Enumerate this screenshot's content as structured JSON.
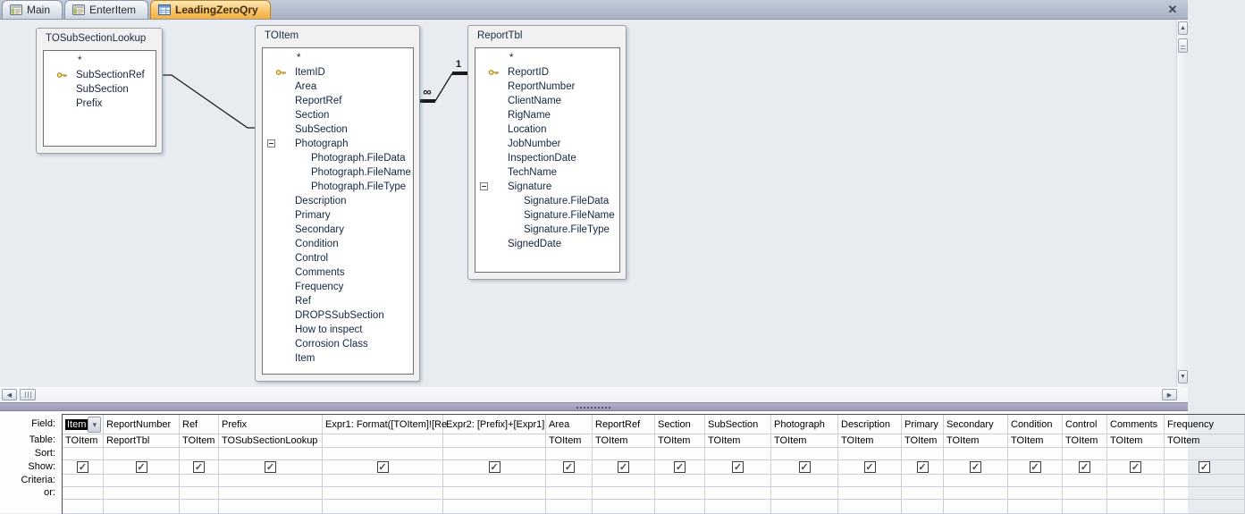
{
  "window": {
    "close_icon": "✕"
  },
  "icons": {
    "up": "▲",
    "down": "▼",
    "left": "◀",
    "right": "▶",
    "combo": "▾",
    "check": "✓"
  },
  "tabs": [
    {
      "label": "Main",
      "icon": "form",
      "active": false
    },
    {
      "label": "EnterItem",
      "icon": "form",
      "active": false
    },
    {
      "label": "LeadingZeroQry",
      "icon": "query",
      "active": true
    }
  ],
  "diagram": {
    "tables": [
      {
        "name": "TOSubSectionLookup",
        "fields": [
          {
            "name": "*",
            "star": true
          },
          {
            "name": "SubSectionRef",
            "key": true
          },
          {
            "name": "SubSection"
          },
          {
            "name": "Prefix"
          }
        ]
      },
      {
        "name": "TOItem",
        "fields": [
          {
            "name": "*",
            "star": true
          },
          {
            "name": "ItemID",
            "key": true
          },
          {
            "name": "Area"
          },
          {
            "name": "ReportRef"
          },
          {
            "name": "Section"
          },
          {
            "name": "SubSection"
          },
          {
            "name": "Photograph",
            "expand": true
          },
          {
            "name": "Photograph.FileData",
            "sub": true
          },
          {
            "name": "Photograph.FileName",
            "sub": true
          },
          {
            "name": "Photograph.FileType",
            "sub": true
          },
          {
            "name": "Description"
          },
          {
            "name": "Primary"
          },
          {
            "name": "Secondary"
          },
          {
            "name": "Condition"
          },
          {
            "name": "Control"
          },
          {
            "name": "Comments"
          },
          {
            "name": "Frequency"
          },
          {
            "name": "Ref"
          },
          {
            "name": "DROPSSubSection"
          },
          {
            "name": "How to inspect"
          },
          {
            "name": "Corrosion Class"
          },
          {
            "name": "Item"
          }
        ]
      },
      {
        "name": "ReportTbl",
        "fields": [
          {
            "name": "*",
            "star": true
          },
          {
            "name": "ReportID",
            "key": true
          },
          {
            "name": "ReportNumber"
          },
          {
            "name": "ClientName"
          },
          {
            "name": "RigName"
          },
          {
            "name": "Location"
          },
          {
            "name": "JobNumber"
          },
          {
            "name": "InspectionDate"
          },
          {
            "name": "TechName"
          },
          {
            "name": "Signature",
            "expand": true
          },
          {
            "name": "Signature.FileData",
            "sub": true
          },
          {
            "name": "Signature.FileName",
            "sub": true
          },
          {
            "name": "Signature.FileType",
            "sub": true
          },
          {
            "name": "SignedDate"
          }
        ]
      }
    ],
    "relationships": [
      {
        "id": "tosubsectionlookup-toitem",
        "one": "",
        "many": ""
      },
      {
        "id": "reporttbl-toitem",
        "one": "1",
        "many": "∞"
      }
    ]
  },
  "grid": {
    "row_labels": [
      "Field:",
      "Table:",
      "Sort:",
      "Show:",
      "Criteria:",
      "or:"
    ],
    "columns": [
      {
        "field": "Item",
        "table": "TOItem",
        "show": true,
        "selected": true
      },
      {
        "field": "ReportNumber",
        "table": "ReportTbl",
        "show": true
      },
      {
        "field": "Ref",
        "table": "TOItem",
        "show": true
      },
      {
        "field": "Prefix",
        "table": "TOSubSectionLookup",
        "show": true
      },
      {
        "field": "Expr1: Format([TOItem]![Re",
        "table": "",
        "show": true
      },
      {
        "field": "Expr2: [Prefix]+[Expr1]",
        "table": "",
        "show": true
      },
      {
        "field": "Area",
        "table": "TOItem",
        "show": true
      },
      {
        "field": "ReportRef",
        "table": "TOItem",
        "show": true
      },
      {
        "field": "Section",
        "table": "TOItem",
        "show": true
      },
      {
        "field": "SubSection",
        "table": "TOItem",
        "show": true
      },
      {
        "field": "Photograph",
        "table": "TOItem",
        "show": true
      },
      {
        "field": "Description",
        "table": "TOItem",
        "show": true
      },
      {
        "field": "Primary",
        "table": "TOItem",
        "show": true
      },
      {
        "field": "Secondary",
        "table": "TOItem",
        "show": true
      },
      {
        "field": "Condition",
        "table": "TOItem",
        "show": true
      },
      {
        "field": "Control",
        "table": "TOItem",
        "show": true
      },
      {
        "field": "Comments",
        "table": "TOItem",
        "show": true
      },
      {
        "field": "Frequency",
        "table": "TOItem",
        "show": true
      }
    ]
  }
}
